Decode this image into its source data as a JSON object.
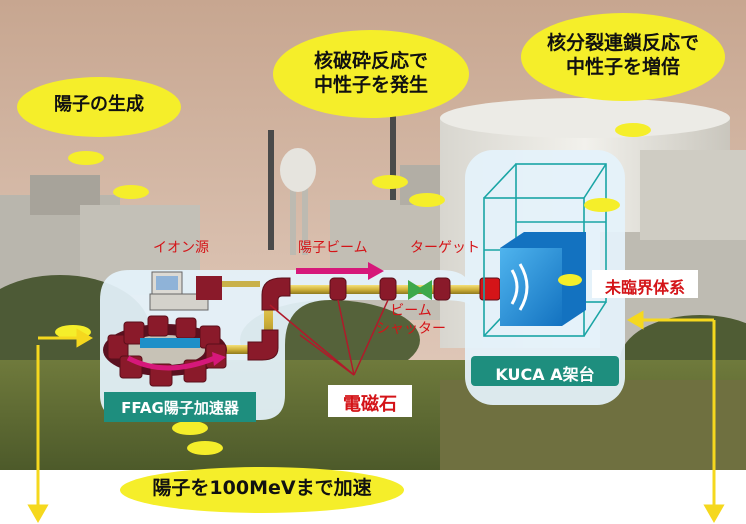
{
  "bubbles": {
    "proton_generation": "陽子の生成",
    "spallation_line1": "核破砕反応で",
    "spallation_line2": "中性子を発生",
    "fission_line1": "核分裂連鎖反応で",
    "fission_line2": "中性子を増倍",
    "accelerate": "陽子を100MeVまで加速"
  },
  "labels": {
    "ion_source": "イオン源",
    "proton_beam": "陽子ビーム",
    "target": "ターゲット",
    "beam_shutter_line1": "ビーム",
    "beam_shutter_line2": "シャッター",
    "subcritical": "未臨界体系",
    "magnet": "電磁石",
    "ffag": "FFAG陽子加速器",
    "kuca": "KUCA A架台"
  },
  "colors": {
    "bubble": "#f5ee2a",
    "panel": "#e4f2fb",
    "tag_green": "#1e8e7e",
    "label_red": "#d41418",
    "magnet_maroon": "#8a1a2a",
    "beam_arrow": "#d6187a",
    "core_blue": "#1e8fd8"
  }
}
